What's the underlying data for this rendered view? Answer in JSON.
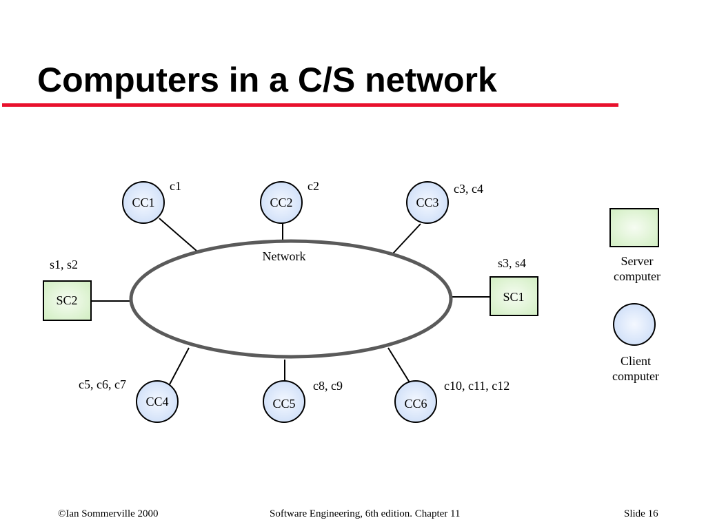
{
  "slide": {
    "title": "Computers in a C/S network",
    "rule_color": "#e8112d"
  },
  "diagram": {
    "network_label": "Network",
    "nodes": [
      {
        "id": "cc1",
        "kind": "client",
        "label": "CC1",
        "services": "c1"
      },
      {
        "id": "cc2",
        "kind": "client",
        "label": "CC2",
        "services": "c2"
      },
      {
        "id": "cc3",
        "kind": "client",
        "label": "CC3",
        "services": "c3, c4"
      },
      {
        "id": "sc2",
        "kind": "server",
        "label": "SC2",
        "services": "s1, s2"
      },
      {
        "id": "sc1",
        "kind": "server",
        "label": "SC1",
        "services": "s3, s4"
      },
      {
        "id": "cc4",
        "kind": "client",
        "label": "CC4",
        "services": "c5, c6, c7"
      },
      {
        "id": "cc5",
        "kind": "client",
        "label": "CC5",
        "services": "c8, c9"
      },
      {
        "id": "cc6",
        "kind": "client",
        "label": "CC6",
        "services": "c10, c11, c12"
      }
    ],
    "legend": {
      "server_line1": "Server",
      "server_line2": "computer",
      "client_line1": "Client",
      "client_line2": "computer"
    },
    "colors": {
      "server_fill": "#e2f5d8",
      "client_fill": "#dde9fb",
      "network_stroke": "#5a5a5a"
    }
  },
  "footer": {
    "left": "©Ian Sommerville 2000",
    "center": "Software Engineering, 6th edition. Chapter 11",
    "right": "Slide 16"
  }
}
